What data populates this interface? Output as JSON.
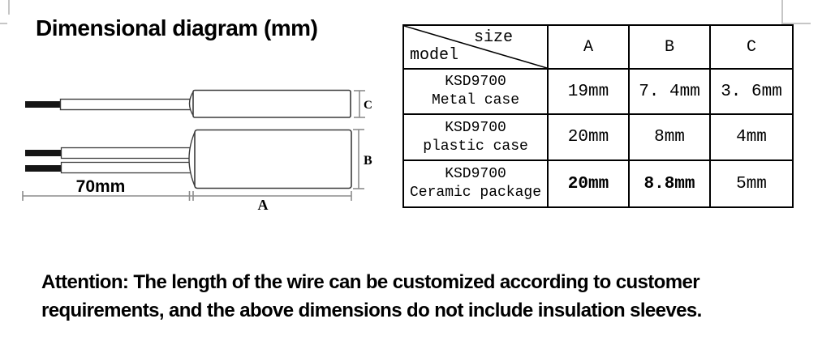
{
  "page": {
    "title": "Dimensional diagram (mm)"
  },
  "diagram": {
    "labels": {
      "dim_c": "C",
      "dim_b": "B",
      "dim_a": "A",
      "wire_length": "70mm"
    }
  },
  "table": {
    "corner": {
      "top_right": "size",
      "bottom_left": "model"
    },
    "columns": [
      "A",
      "B",
      "C"
    ],
    "rows": [
      {
        "model_line1": "KSD9700",
        "model_line2": "Metal case",
        "a": "19mm",
        "b": "7. 4mm",
        "c": "3. 6mm"
      },
      {
        "model_line1": "KSD9700",
        "model_line2": "plastic case",
        "a": "20mm",
        "b": "8mm",
        "c": "4mm"
      },
      {
        "model_line1": "KSD9700",
        "model_line2": "Ceramic package",
        "a": "20mm",
        "b": "8.8mm",
        "c": "5mm"
      }
    ]
  },
  "attention": {
    "line1": "Attention: The length of the wire can be customized according to customer",
    "line2": "requirements, and the above dimensions do not include insulation sleeves."
  },
  "colors": {
    "outline": "#3c3c3c",
    "wire": "#151515",
    "dimension_line": "#8c8c8c",
    "table_border": "#000000",
    "text": "#000000"
  }
}
